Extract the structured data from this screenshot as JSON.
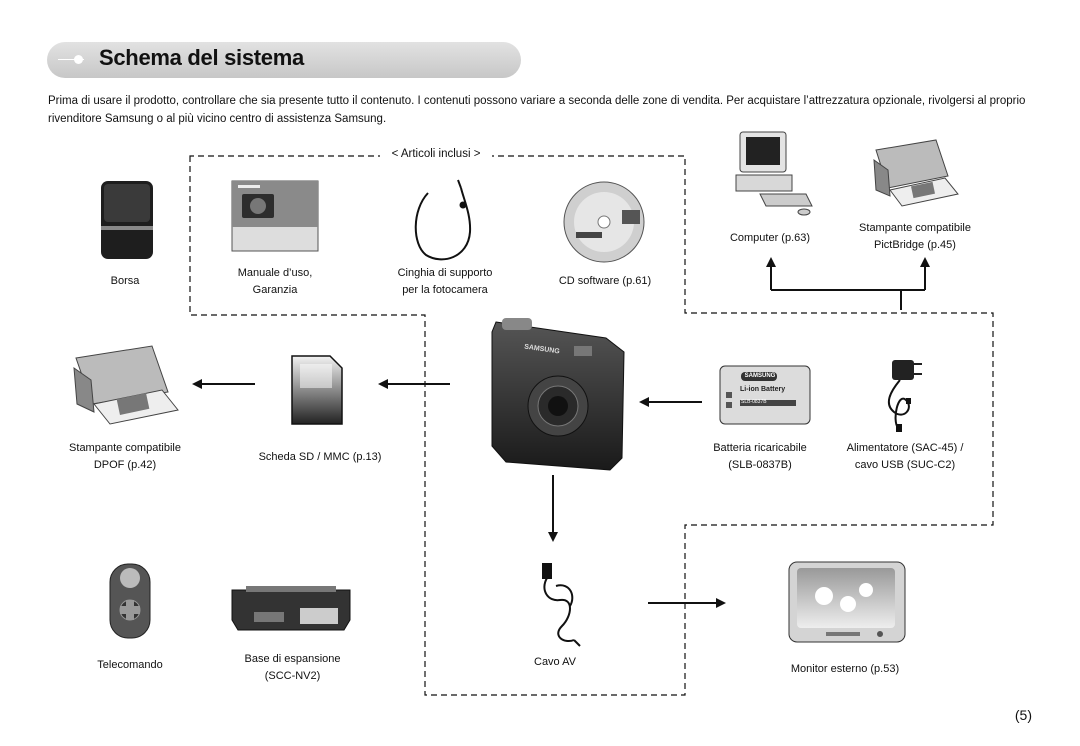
{
  "header": {
    "title": "Schema del sistema"
  },
  "intro_text": "Prima di usare il prodotto, controllare che sia presente tutto il contenuto. I contenuti possono variare a seconda delle zone di vendita. Per acquistare l’attrezzatura opzionale, rivolgersi al proprio rivenditore Samsung o al più vicino centro di assistenza Samsung.",
  "included_label": "< Articoli inclusi >",
  "items": {
    "borsa": {
      "line1": "Borsa"
    },
    "manuale": {
      "line1": "Manuale d’uso,",
      "line2": "Garanzia"
    },
    "cinghia": {
      "line1": "Cinghia di supporto",
      "line2": "per la fotocamera"
    },
    "cd": {
      "line1": "CD software (p.61)"
    },
    "computer": {
      "line1": "Computer (p.63)"
    },
    "stampante_pb": {
      "line1": "Stampante compatibile",
      "line2": "PictBridge (p.45)"
    },
    "stampante_dpof": {
      "line1": "Stampante compatibile",
      "line2": "DPOF (p.42)"
    },
    "scheda": {
      "line1": "Scheda SD / MMC (p.13)"
    },
    "batteria": {
      "line1": "Batteria ricaricabile",
      "line2": "(SLB-0837B)"
    },
    "alimentatore": {
      "line1": "Alimentatore (SAC-45) /",
      "line2": "cavo USB (SUC-C2)"
    },
    "telecomando": {
      "line1": "Telecomando"
    },
    "base": {
      "line1": "Base di espansione",
      "line2": "(SCC-NV2)"
    },
    "cavo_av": {
      "line1": "Cavo AV"
    },
    "monitor": {
      "line1": "Monitor esterno (p.53)"
    }
  },
  "image_text": {
    "brand": "SAMSUNG",
    "battery_label": "Li-ion Battery",
    "battery_model": "SLB-0837B"
  },
  "page_number": "(5)"
}
